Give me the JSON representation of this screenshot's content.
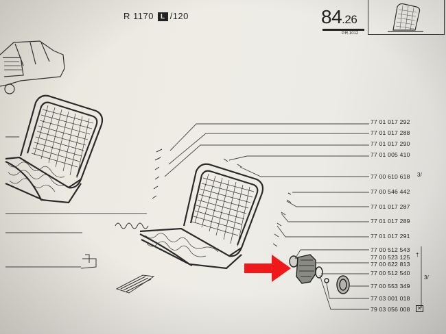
{
  "header": {
    "model": "R 1170",
    "model_badge": "L",
    "model_suffix": "/120",
    "page_number": "84",
    "page_sub": ".26",
    "reference": "P.R.1012"
  },
  "parts": [
    "77 01 017 292",
    "77 01 017 288",
    "77 01 017 290",
    "77 01 005 410",
    "77 00 610 618",
    "77 00 546 442",
    "77 01 017 287",
    "77 01 017 289",
    "77 01 017 291",
    "77 00 512 543",
    "77 00 523 125",
    "77 00 622 813",
    "77 00 512 540",
    "77 00 553 349",
    "77 03 001 018",
    "79 03 056 008"
  ],
  "marks": {
    "variant_a": "3/",
    "variant_b": "3/",
    "dagger": "†",
    "boxed": "✕"
  },
  "colors": {
    "arrow": "#f01818",
    "ink": "#222222",
    "paper": "#ecebe6"
  }
}
